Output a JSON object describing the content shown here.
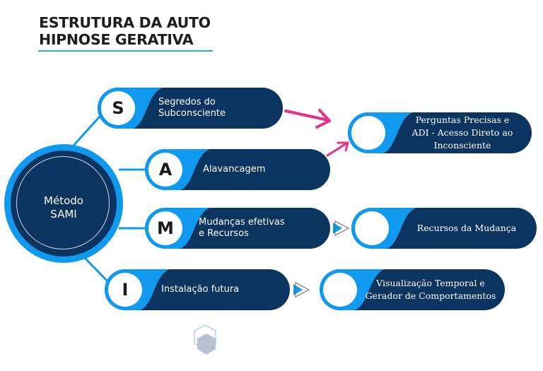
{
  "title": {
    "line1": "ESTRUTURA DA AUTO",
    "line2": "HIPNOSE GERATIVA"
  },
  "colors": {
    "navy": "#0c3461",
    "accent_blue": "#0f9af0",
    "pink_arrow": "#e8308a",
    "underline": "#27a7ee"
  },
  "hub": {
    "line1": "Método",
    "line2": "SAMI"
  },
  "steps": [
    {
      "letter": "S",
      "line1": "Segredos do",
      "line2": "Subconsciente"
    },
    {
      "letter": "A",
      "line1": "Alavancagem",
      "line2": ""
    },
    {
      "letter": "M",
      "line1": "Mudanças efetivas",
      "line2": "e Recursos"
    },
    {
      "letter": "I",
      "line1": "Instalação futura",
      "line2": ""
    }
  ],
  "outcomes": [
    {
      "line1": "Perguntas Precisas e",
      "line2": "ADI - Acesso Direto ao",
      "line3": "Inconsciente"
    },
    {
      "line1": "Recursos da Mudança",
      "line2": "",
      "line3": ""
    },
    {
      "line1": "Visualização Temporal e",
      "line2": "Gerador de Comportamentos",
      "line3": ""
    }
  ],
  "icons": {
    "arrow_pink": "pink-arrow-icon",
    "play_arrow": "play-triangle-icon",
    "logo": "hexagon-logo-icon"
  }
}
